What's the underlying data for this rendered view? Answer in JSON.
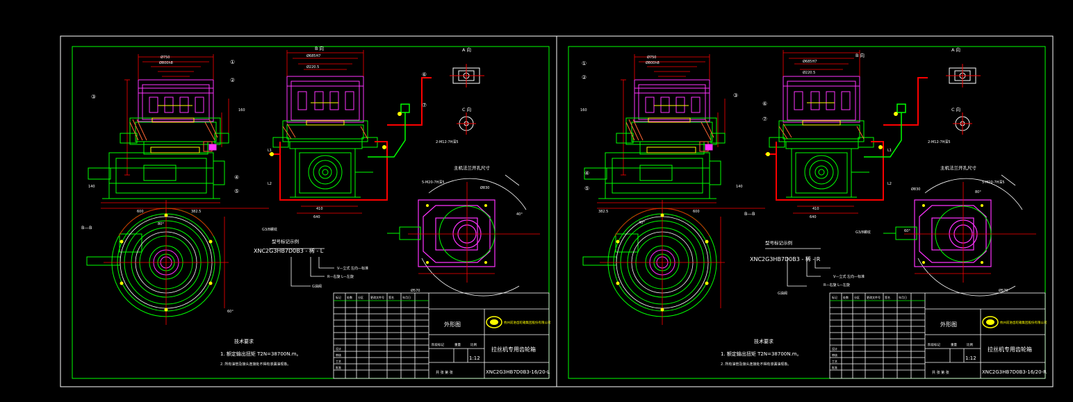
{
  "colors": {
    "background": "#000000",
    "frame": "#ffffff",
    "border": "#00ff00",
    "machine": "#00ff00",
    "mount": "#ff33ff",
    "pipe": "#ff0000",
    "dimension": "#ff0000",
    "text": "#ffffff",
    "accent": "#ffff00",
    "hatch": "#ff6633",
    "leader": "#00ffff"
  },
  "sheets": [
    {
      "id": "left",
      "view_b_label": "B 向",
      "view_a_label": "A 向",
      "view_c_label": "C 向",
      "view_bb_label": "B—B",
      "flange_note": "主机法兰开孔尺寸",
      "model_heading": "型号标记示例",
      "model_code": "XNC2G3HB7D0B3 - 稀 - L",
      "suffix_line1": "V—立式 左向—标准",
      "suffix_line2": "R—右旋 L—左旋",
      "suffix_line3": "G油阀",
      "balloons": [
        "①",
        "②",
        "③",
        "④",
        "⑤",
        "⑥",
        "⑦"
      ],
      "dims": {
        "d750": "Ø750",
        "d800": "Ø800h8",
        "d685": "Ø685H7",
        "d220": "Ø220.5",
        "d830": "Ø830",
        "d640": "640",
        "d410": "410",
        "d600": "600",
        "d382": "382.5",
        "m12": "2-M12-7H深5",
        "m20": "5-M20-7H深5",
        "k1": "L1",
        "k2": "L2",
        "g": "G3/8螺纹",
        "d570": "Ø570",
        "ang80": "80°",
        "ang40": "40°",
        "ang60": "60°",
        "d140": "140",
        "d160": "160"
      },
      "tech_heading": "技术要求",
      "tech_req1": "1. 额定输出扭矩 T2N=38700N.m。",
      "tech_req2": "2. 所有油管及接头连接处不得有渗漏油现象。",
      "title_block": {
        "drawing_name": "外形图",
        "scale": "1:12",
        "product": "拉丝机专用齿轮箱",
        "drawing_no": "XNC2G3HB7D0B3-16/20-L",
        "company": "杭州前进齿轮箱集团股份有限公司",
        "col_labels": [
          "标记",
          "处数",
          "分区",
          "更改文件号",
          "签名",
          "年月日"
        ],
        "stage_label": "阶段标记",
        "weight_label": "重量",
        "scale_label": "比例",
        "row_labels": [
          "设计",
          "审核",
          "工艺",
          "批准"
        ],
        "sheet_label": "共 张 第 张"
      }
    },
    {
      "id": "right",
      "view_b_label": "B 向",
      "view_a_label": "A 向",
      "view_c_label": "C 向",
      "view_bb_label": "B—B",
      "flange_note": "主机法兰开孔尺寸",
      "model_heading": "型号标记示例",
      "model_code": "XNC2G3HB7D0B3 - 稀 - R",
      "suffix_line1": "V—立式 左向—标准",
      "suffix_line2": "R—右旋 L—左旋",
      "suffix_line3": "G油阀",
      "balloons": [
        "①",
        "②",
        "③",
        "④",
        "⑤",
        "⑥",
        "⑦"
      ],
      "dims": {
        "d750": "Ø750",
        "d800": "Ø800h8",
        "d685": "Ø685H7",
        "d220": "Ø220.5",
        "d830": "Ø830",
        "d640": "640",
        "d410": "410",
        "d600": "600",
        "d382": "382.5",
        "m12": "2-M12-7H深5",
        "m20": "5-M20-7H深5",
        "k1": "L1",
        "k2": "L2",
        "g": "G3/8螺纹",
        "d570": "Ø570",
        "ang80": "80°",
        "ang40": "40°",
        "ang60": "60°",
        "d140": "140",
        "d160": "160"
      },
      "tech_heading": "技术要求",
      "tech_req1": "1. 额定输出扭矩 T2N=38700N.m。",
      "tech_req2": "2. 所有油管及接头连接处不得有渗漏油现象。",
      "title_block": {
        "drawing_name": "外形图",
        "scale": "1:12",
        "product": "拉丝机专用齿轮箱",
        "drawing_no": "XNC2G3HB7D0B3-16/20-R",
        "company": "杭州前进齿轮箱集团股份有限公司",
        "col_labels": [
          "标记",
          "处数",
          "分区",
          "更改文件号",
          "签名",
          "年月日"
        ],
        "stage_label": "阶段标记",
        "weight_label": "重量",
        "scale_label": "比例",
        "row_labels": [
          "设计",
          "审核",
          "工艺",
          "批准"
        ],
        "sheet_label": "共 张 第 张"
      }
    }
  ]
}
